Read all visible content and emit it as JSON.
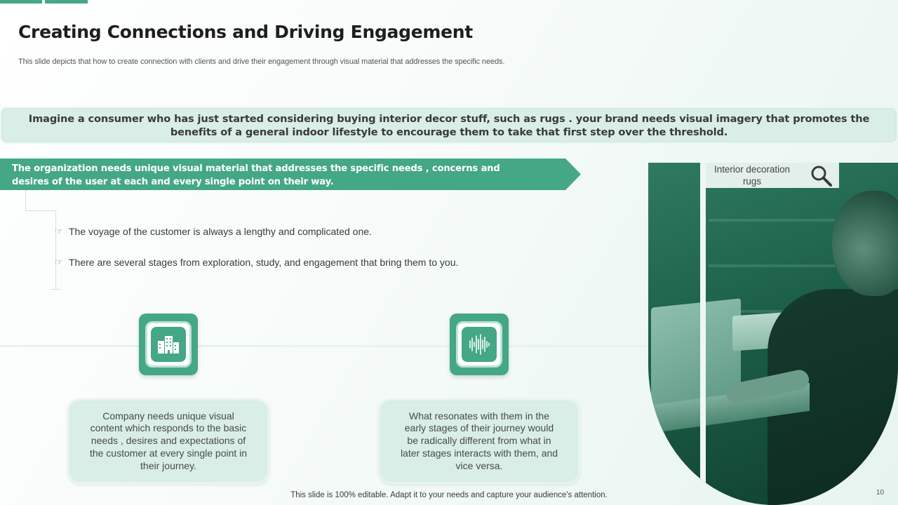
{
  "slide": {
    "title": "Creating Connections and Driving Engagement",
    "subtitle": "This slide depicts that how to create connection with clients and drive their engagement through visual material that addresses the specific needs.",
    "banner_text": "Imagine a consumer who has just started  considering buying interior decor stuff,  such as rugs . your brand needs visual imagery that promotes the benefits of a general indoor lifestyle  to  encourage them to take that first  step over the threshold.",
    "arrow_text": "The organization needs unique visual material that addresses the specific needs , concerns and desires of the user at each and every single point on their way.",
    "bullets": [
      {
        "icon": "pointing-hand-icon",
        "text": "The voyage of the customer is always a lengthy and complicated one."
      },
      {
        "icon": "pointing-hand-icon",
        "text": "There are several stages from exploration,  study, and engagement that bring them to you."
      }
    ],
    "cards": [
      {
        "icon": "buildings-icon",
        "text": "Company needs unique visual content which responds to the basic needs , desires and expectations of the customer at every single point in their journey."
      },
      {
        "icon": "sound-wave-icon",
        "text": "What resonates with them in the early stages of their journey would be radically different from what in later stages interacts with them, and vice versa."
      }
    ],
    "search_chip": {
      "text": "Interior decoration rugs",
      "icon": "magnifier-icon"
    },
    "footer": "This slide is 100% editable. Adapt it to your needs and capture your audience's attention.",
    "page_number": "10"
  },
  "colors": {
    "accent": "#44a786",
    "banner_bg": "#d8eee6",
    "card_bg": "#d8eee6",
    "title": "#1e1e1e"
  }
}
